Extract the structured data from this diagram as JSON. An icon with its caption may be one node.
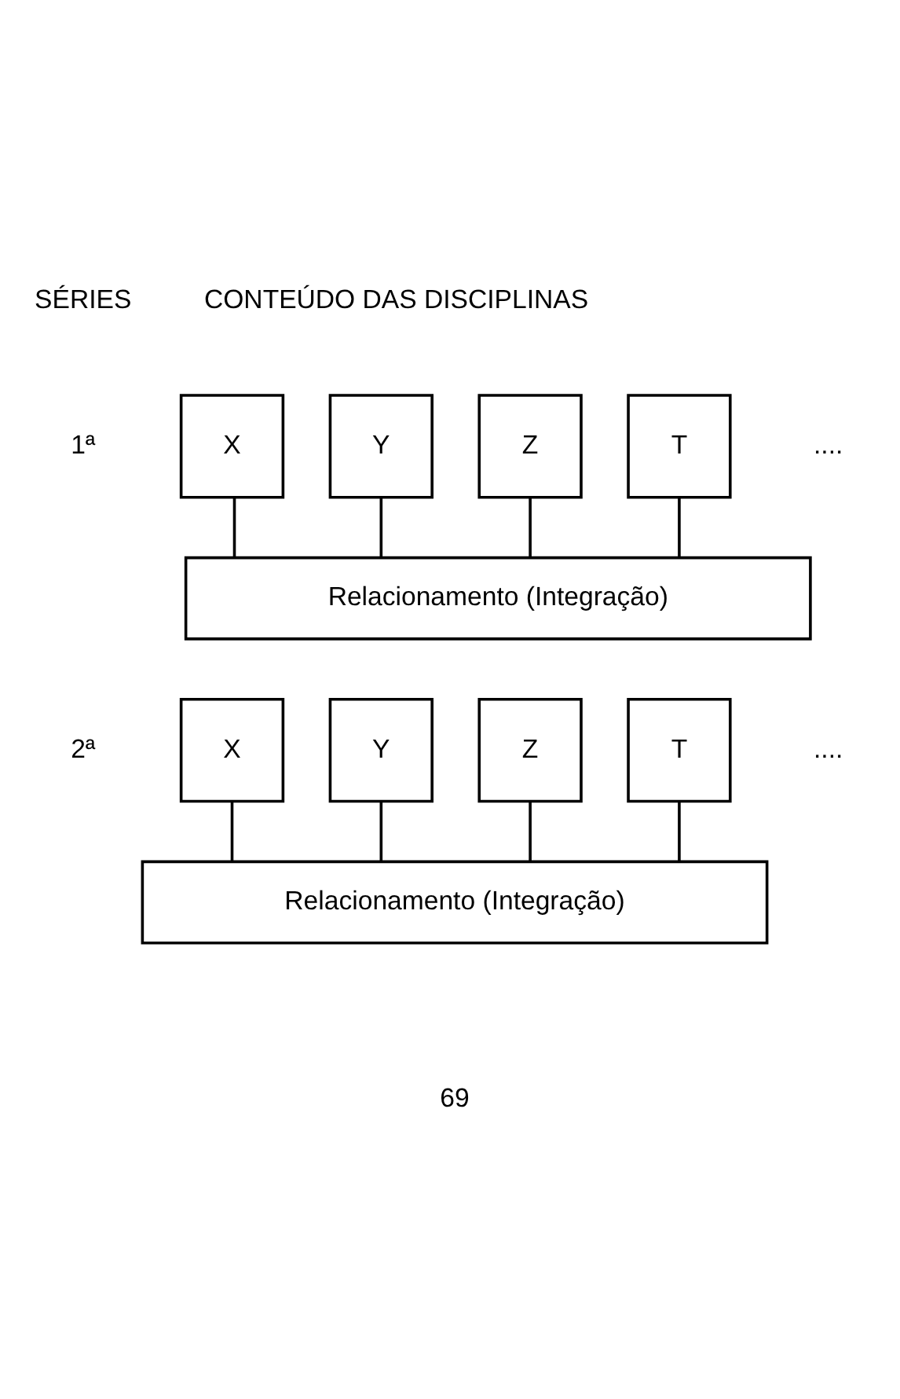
{
  "diagram": {
    "nodes": [
      {
        "text": [
          "X"
        ]
      },
      {
        "text": [
          "Y"
        ]
      },
      {
        "text": [
          "Z"
        ]
      },
      {
        "text": [
          "T"
        ]
      },
      {
        "text": [
          "Relacionamento (Integração)"
        ]
      },
      {
        "text": [
          "X"
        ]
      },
      {
        "text": [
          "Y"
        ]
      },
      {
        "text": [
          "Z"
        ]
      },
      {
        "text": [
          "T"
        ]
      },
      {
        "text": [
          "Relacionamento (Integração)"
        ]
      }
    ],
    "edges": [
      {
        "from": 0,
        "to": 4,
        "arrow": "none"
      },
      {
        "from": 1,
        "to": 4,
        "arrow": "none"
      },
      {
        "from": 2,
        "to": 4,
        "arrow": "none"
      },
      {
        "from": 3,
        "to": 4,
        "arrow": "none"
      },
      {
        "from": 5,
        "to": 9,
        "arrow": "none"
      },
      {
        "from": 6,
        "to": 9,
        "arrow": "none"
      },
      {
        "from": 7,
        "to": 9,
        "arrow": "none"
      },
      {
        "from": 8,
        "to": 9,
        "arrow": "none"
      }
    ],
    "labels": [
      "SÉRIES",
      "CONTEÚDO DAS DISCIPLINAS",
      "1ª",
      "....",
      "2ª",
      "....",
      "69"
    ]
  }
}
